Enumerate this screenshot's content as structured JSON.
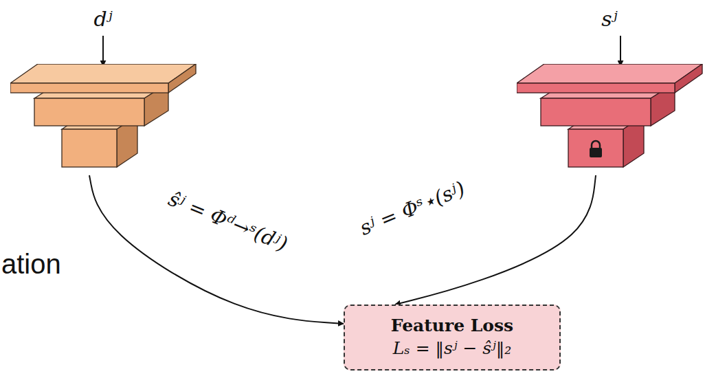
{
  "diagram": {
    "nodes": [
      {
        "text": [
          "dʲ"
        ]
      },
      {
        "text": [
          "sʲ"
        ]
      },
      {
        "text": [
          "Feature Loss",
          "Lₛ = ‖sʲ − ŝʲ‖₂"
        ]
      }
    ],
    "edges": [
      {
        "from": 0,
        "to": 2,
        "arrow": "to",
        "label": "ŝʲ = Φᵈ→ˢ(dʲ)"
      },
      {
        "from": 1,
        "to": 2,
        "arrow": "to",
        "label": "sʲ = Φˢ⋆(sʲ)"
      }
    ],
    "labels": [
      "ation"
    ]
  }
}
